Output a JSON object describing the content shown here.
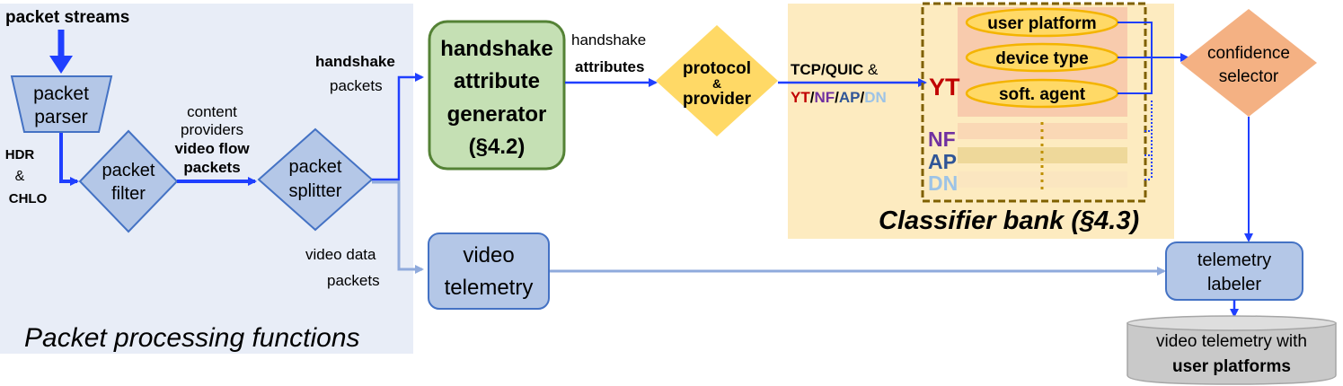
{
  "panels": {
    "packet_processing": {
      "caption": "Packet processing functions"
    },
    "classifier_bank": {
      "caption": "Classifier bank (§4.3)"
    }
  },
  "inputs": {
    "packet_streams": "packet streams"
  },
  "nodes": {
    "packet_parser": [
      "packet",
      "parser"
    ],
    "packet_filter": [
      "packet",
      "filter"
    ],
    "packet_splitter": [
      "packet",
      "splitter"
    ],
    "handshake_generator": [
      "handshake",
      "attribute",
      "generator",
      "(§4.2)"
    ],
    "protocol_provider": {
      "line1": "protocol",
      "amp": "&",
      "line2": "provider"
    },
    "video_telemetry": [
      "video",
      "telemetry"
    ],
    "confidence_selector": [
      "confidence",
      "selector"
    ],
    "telemetry_labeler": [
      "telemetry",
      "labeler"
    ],
    "output_store": {
      "line1": "video telemetry with",
      "line2": "user platforms"
    }
  },
  "edge_labels": {
    "hdr_chlo": {
      "hdr": "HDR",
      "amp": "&",
      "chlo": "CHLO"
    },
    "content_providers": {
      "line1": "content",
      "line2": "providers",
      "line3": "video flow",
      "line4": "packets"
    },
    "handshake_packets": {
      "line1": "handshake",
      "line2": "packets"
    },
    "handshake_attributes": {
      "line1": "handshake",
      "line2": "attributes"
    },
    "video_data_packets": {
      "line1": "video data",
      "line2": "packets"
    },
    "tcp_quic": {
      "prefix": "TCP/QUIC",
      "amp": " &",
      "providers": [
        "YT",
        "NF",
        "AP",
        "DN"
      ],
      "separator": "/"
    }
  },
  "classifier_rows": {
    "yt": {
      "label": "YT",
      "classifiers": [
        "user platform",
        "device type",
        "soft. agent"
      ]
    },
    "collapsed": [
      "NF",
      "AP",
      "DN"
    ]
  },
  "colors": {
    "panel_blue_bg": "#e8edf7",
    "panel_orange_bg": "#fdebc0",
    "node_blue_fill": "#b4c7e7",
    "node_blue_stroke": "#4472c4",
    "node_green_fill": "#c5e0b4",
    "node_green_stroke": "#548235",
    "diamond_yellow": "#ffd966",
    "diamond_orange": "#f4b183",
    "arrow_dark": "#1f3fff",
    "arrow_light": "#8faadc",
    "yt_red": "#c00000",
    "nf_purple": "#7030a0",
    "ap_blue": "#2f5597",
    "dn_light": "#9dc3e6"
  }
}
